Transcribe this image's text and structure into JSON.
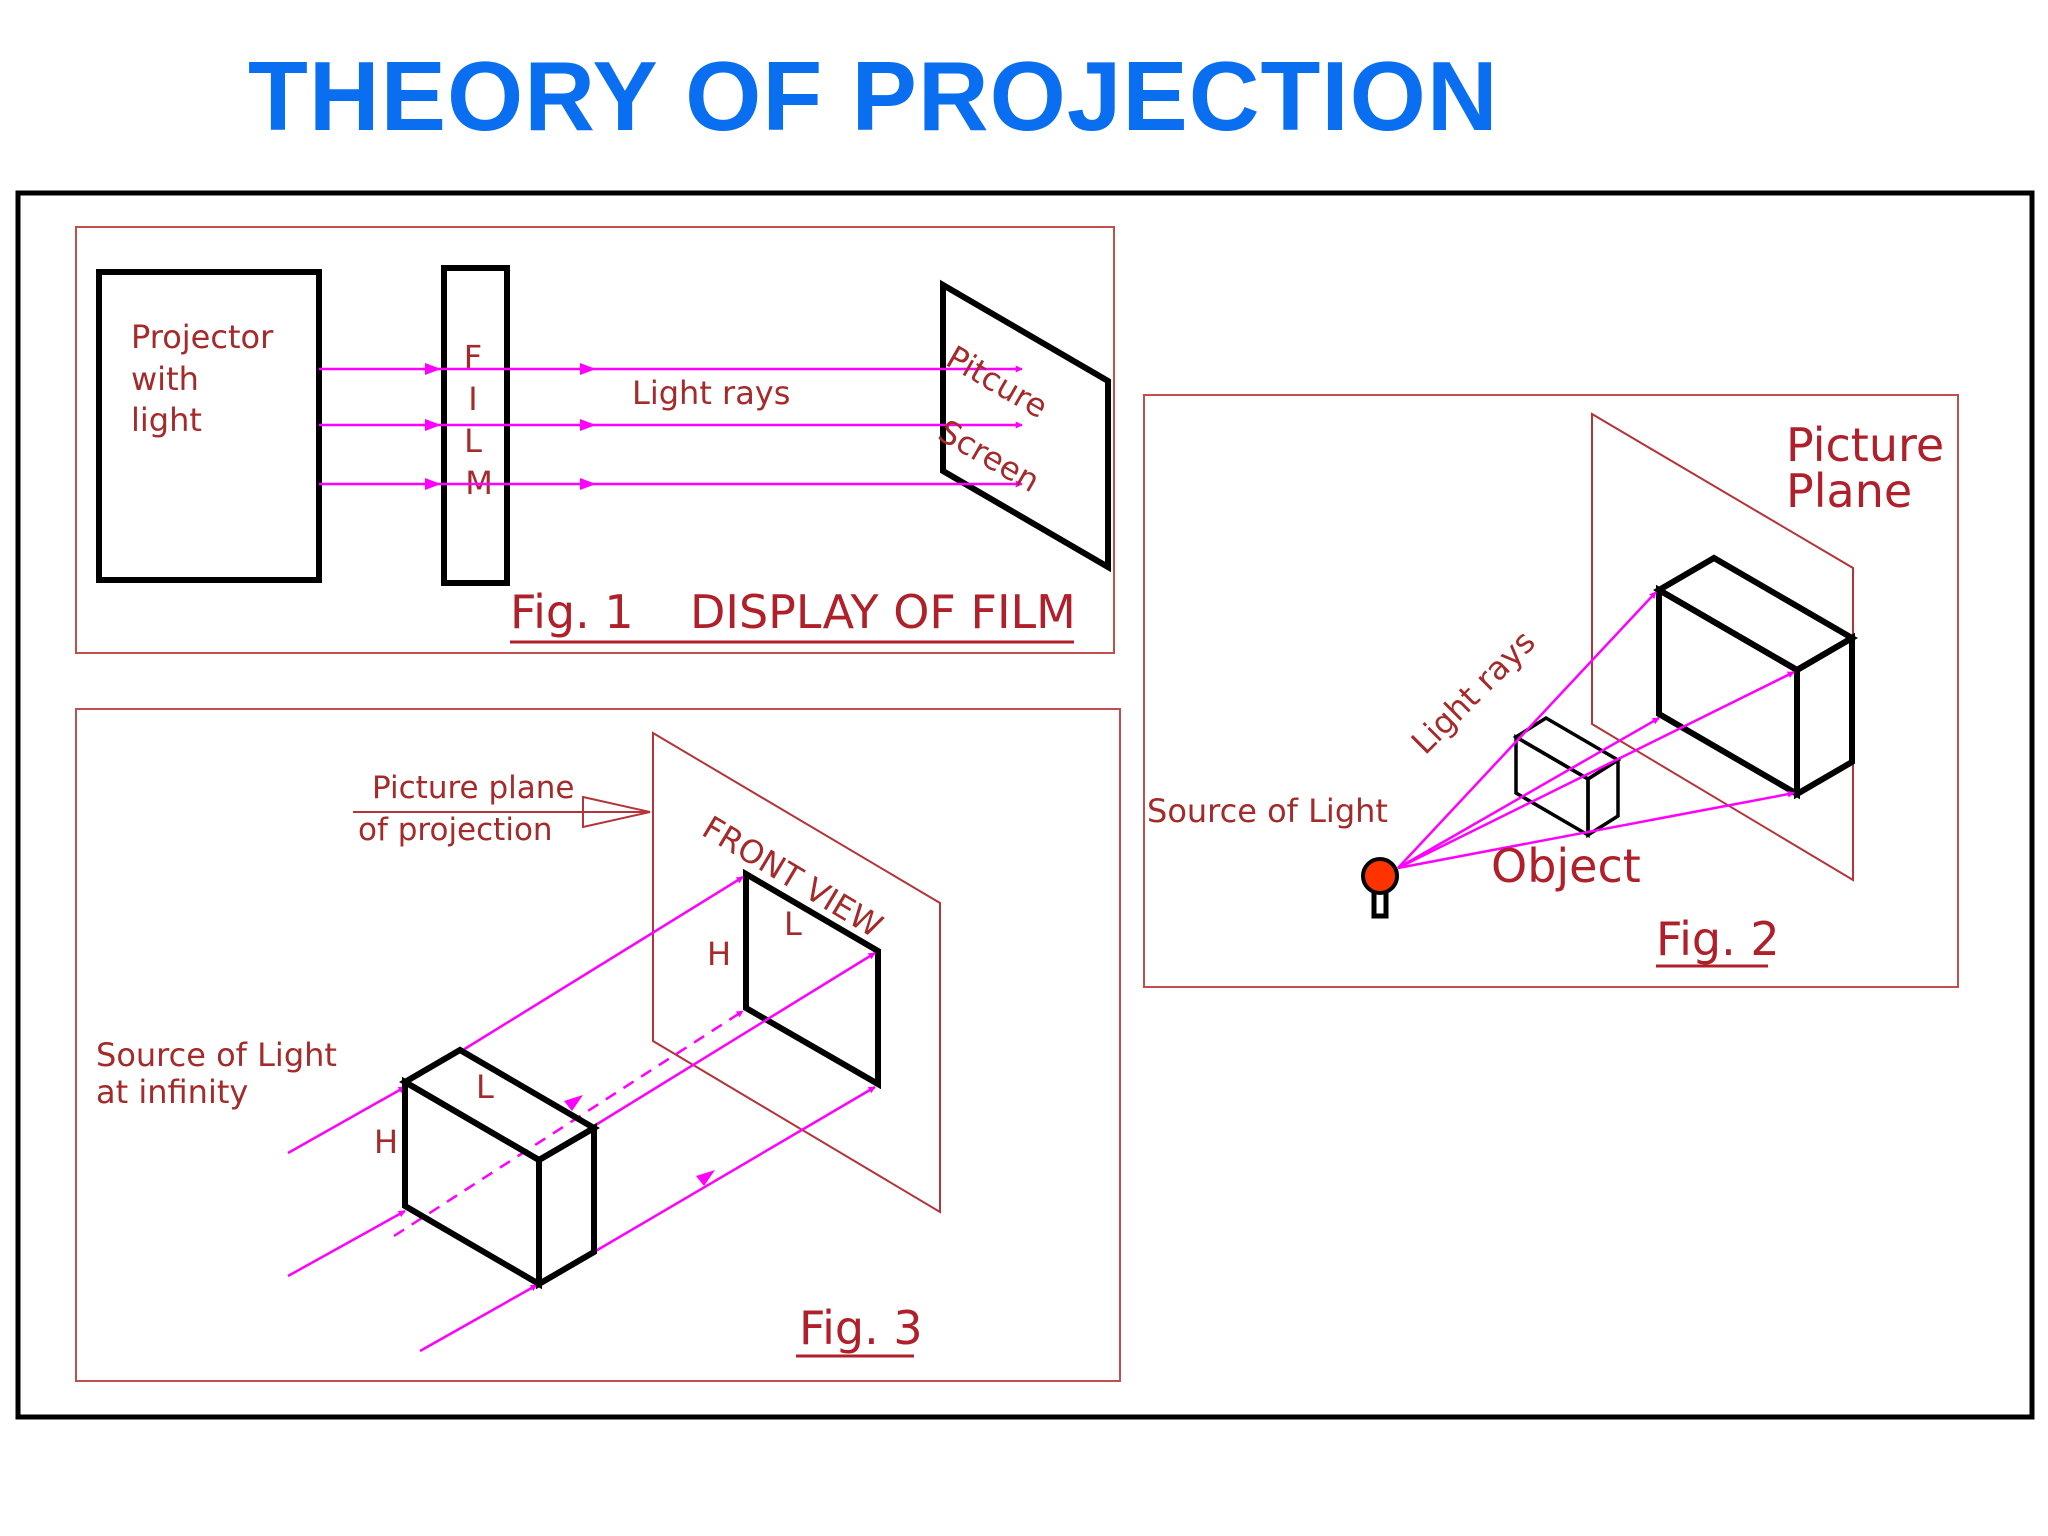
{
  "page_title": "THEORY OF PROJECTION",
  "colors": {
    "title": "#0a6ef0",
    "rays": "#ff00ff",
    "labels": "#a52a2a",
    "panel_border": "#c0504d",
    "light_source": "#ff3300"
  },
  "fig1": {
    "projector_label_lines": [
      "Projector",
      "with",
      "light"
    ],
    "film_letters": [
      "F",
      "I",
      "L",
      "M"
    ],
    "rays_label": "Light rays",
    "screen_label_lines": [
      "Pitcure",
      "Screen"
    ],
    "caption_number": "Fig. 1",
    "caption_title": "DISPLAY OF FILM"
  },
  "fig2": {
    "plane_label_lines": [
      "Picture",
      "Plane"
    ],
    "rays_label": "Light rays",
    "source_label": "Source of Light",
    "object_label": "Object",
    "caption": "Fig. 2"
  },
  "fig3": {
    "plane_label_lines": [
      "Picture plane",
      "of projection"
    ],
    "front_view_label": "FRONT VIEW",
    "source_label_lines": [
      "Source of Light",
      "at infinity"
    ],
    "dim_h": "H",
    "dim_l": "L",
    "caption": "Fig. 3"
  }
}
